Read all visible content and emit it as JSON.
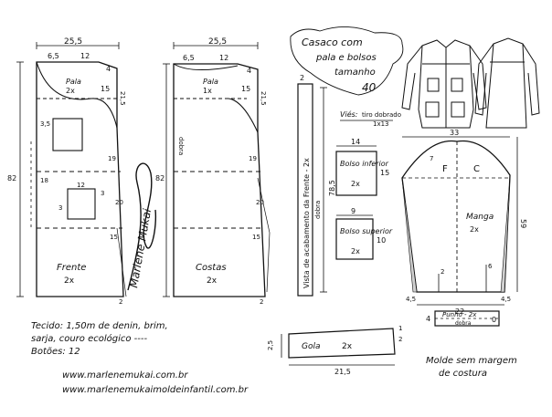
{
  "front": {
    "width": "25,5",
    "yoke_w1": "6,5",
    "yoke_w2": "12",
    "top_right": "4",
    "yoke_label": "Pala",
    "yoke_qty": "2x",
    "side_15": "15",
    "side_21_5": "21,5",
    "pocket_offset": "3,5",
    "height": "82",
    "m_19": "19",
    "m_18": "18",
    "m_12": "12",
    "m_3a": "3",
    "m_3b": "3",
    "m_20": "20",
    "m_15": "15",
    "m_2": "2",
    "label": "Frente",
    "qty": "2x"
  },
  "back": {
    "width": "25,5",
    "yoke_w1": "6,5",
    "yoke_w2": "12",
    "top_right": "4",
    "yoke_label": "Pala",
    "yoke_qty": "1x",
    "side_15": "15",
    "side_21_5": "21,5",
    "height": "82",
    "m_19": "19",
    "m_20": "20",
    "m_15": "15",
    "m_2": "2",
    "fold": "dobra",
    "label": "Costas",
    "qty": "2x"
  },
  "signature": "Marlene Mukai",
  "title": {
    "line1": "Casaco com",
    "line2": "pala e bolsos",
    "line3": "tamanho",
    "size": "40"
  },
  "facing": {
    "top": "2",
    "label": "Vista de acabamento da Frente - 2x",
    "fold": "dobra",
    "len": "78,5"
  },
  "bias": {
    "label": "Viés:",
    "fold": "tiro dobrado",
    "dims": "1x13"
  },
  "pocket_lower": {
    "width": "14",
    "title": "Bolso inferior",
    "qty": "2x",
    "height": "15"
  },
  "pocket_upper": {
    "width": "9",
    "title": "Bolso superior",
    "qty": "2x",
    "height": "10"
  },
  "sleeve": {
    "width": "33",
    "f": "F",
    "c": "C",
    "label": "Manga",
    "qty": "2x",
    "height": "59",
    "s_7": "7",
    "s_2": "2",
    "s_6": "6",
    "s_4_5a": "4,5",
    "s_4_5b": "4,5",
    "bottom": "22"
  },
  "cuff": {
    "label": "Punho - 2x",
    "fold": "dobra",
    "h": "4",
    "right": "0"
  },
  "collar": {
    "label": "Gola",
    "qty": "2x",
    "h": "2,5",
    "w": "21,5",
    "r1": "1",
    "r2": "2"
  },
  "materials": {
    "line1": "Tecido: 1,50m de denin, brim,",
    "line2": "sarja, couro ecológico ----",
    "line3": "Botões: 12"
  },
  "note": {
    "line1": "Molde sem margem",
    "line2": "de costura"
  },
  "urls": {
    "line1": "www.marlenemukai.com.br",
    "line2": "www.marlenemukaimoldeinfantil.com.br"
  }
}
